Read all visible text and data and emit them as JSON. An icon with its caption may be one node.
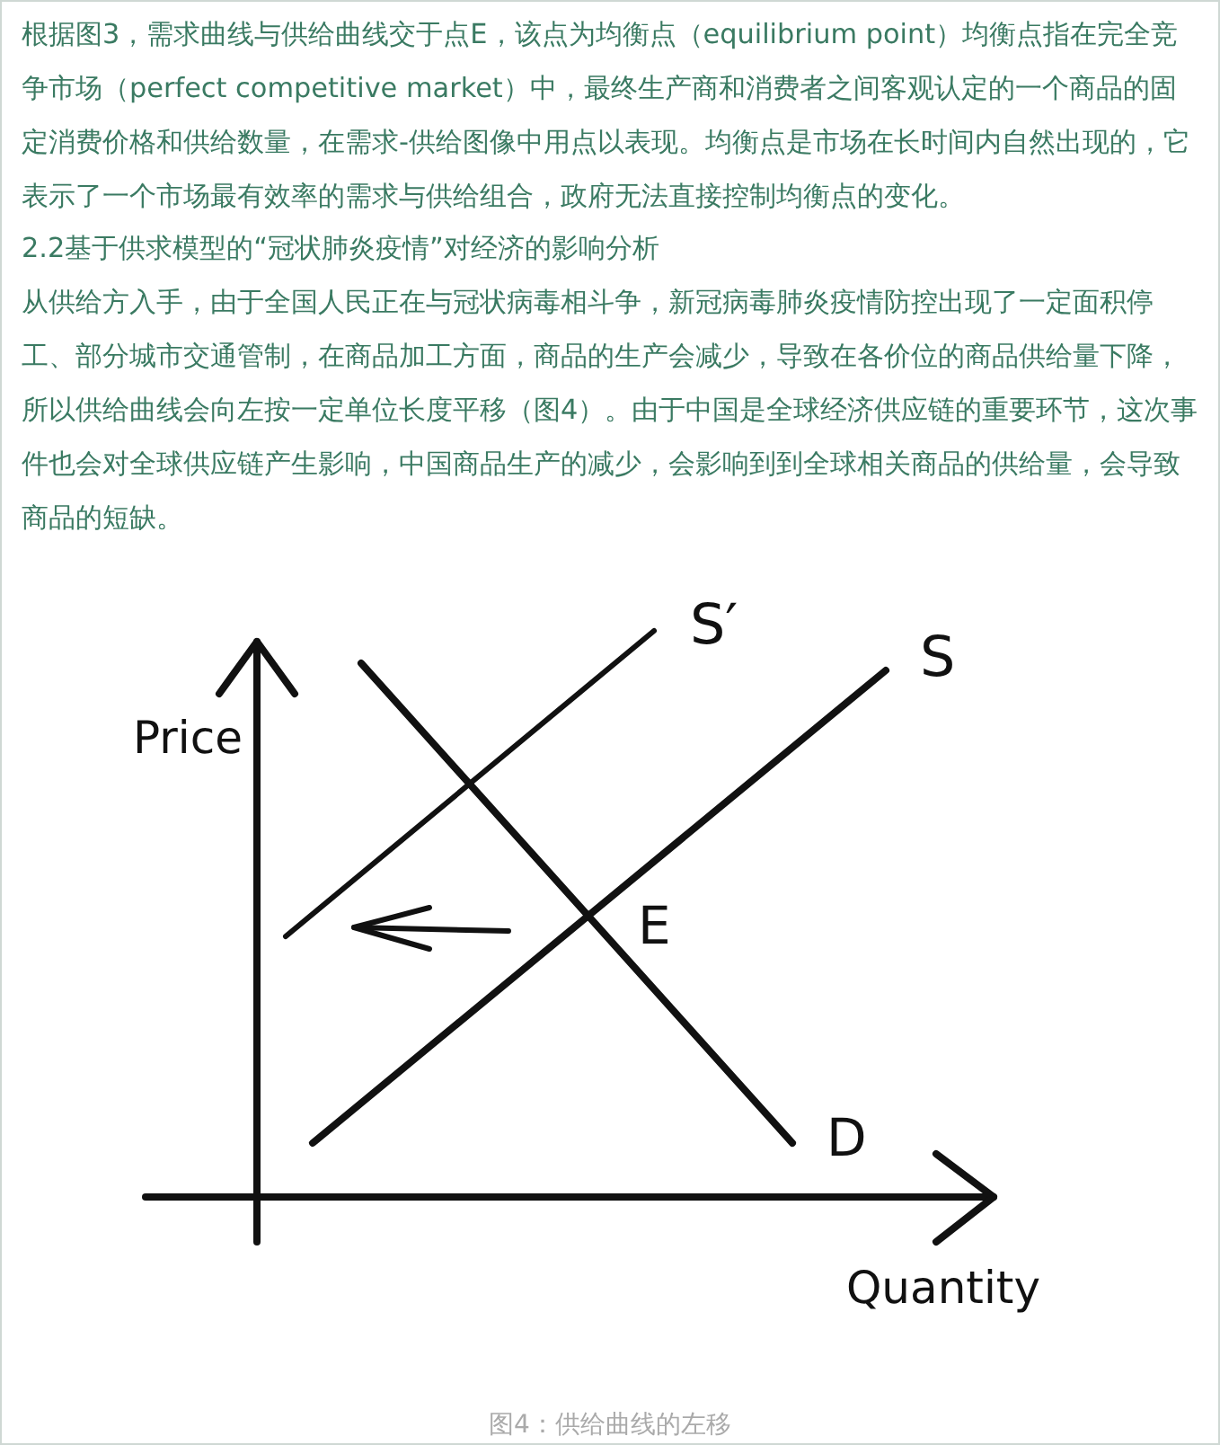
{
  "diagram": {
    "caption": "图4：供给曲线的左移",
    "labels": [
      "根据图3，需求曲线与供给曲线交于点E，该点为均衡点（equilibrium point）均衡点指在完全竞争市场（perfect competitive market）中，最终生产商和消费者之间客观认定的一个商品的固定消费价格和供给数量，在需求-供给图像中用点以表现。均衡点是市场在长时间内自然出现的，它表示了一个市场最有效率的需求与供给组合，政府无法直接控制均衡点的变化。",
      "2.2基于供求模型的“冠状肺炎疫情”对经济的影响分析",
      "从供给方入手，由于全国人民正在与冠状病毒相斗争，新冠病毒肺炎疫情防控出现了一定面积停工、部分城市交通管制，在商品加工方面，商品的生产会减少，导致在各价位的商品供给量下降，所以供给曲线会向左按一定单位长度平移（图4）。由于中国是全球经济供应链的重要环节，这次事件也会对全球供应链产生影响，中国商品生产的减少，会影响到到全球相关商品的供给量，会导致商品的短缺。",
      "S′",
      "S",
      "Price",
      "E",
      "D",
      "Quantity"
    ]
  }
}
